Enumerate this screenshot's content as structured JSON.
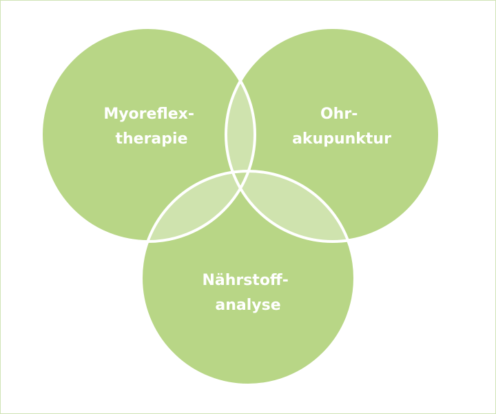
{
  "diagram": {
    "colors": {
      "circle_fill": "#b8d686",
      "pair_overlap_fill": "#cfe3ae",
      "center_overlap_fill": "#c3dc99",
      "outline": "#ffffff",
      "border": "#cfe3b5",
      "label": "#ffffff"
    },
    "circles": [
      {
        "id": "left",
        "label_lines": [
          "Myoreflex-",
          "therapie"
        ]
      },
      {
        "id": "right",
        "label_lines": [
          "Ohr-",
          "akupunktur"
        ]
      },
      {
        "id": "bottom",
        "label_lines": [
          "Nährstoff-",
          "analyse"
        ]
      }
    ]
  }
}
